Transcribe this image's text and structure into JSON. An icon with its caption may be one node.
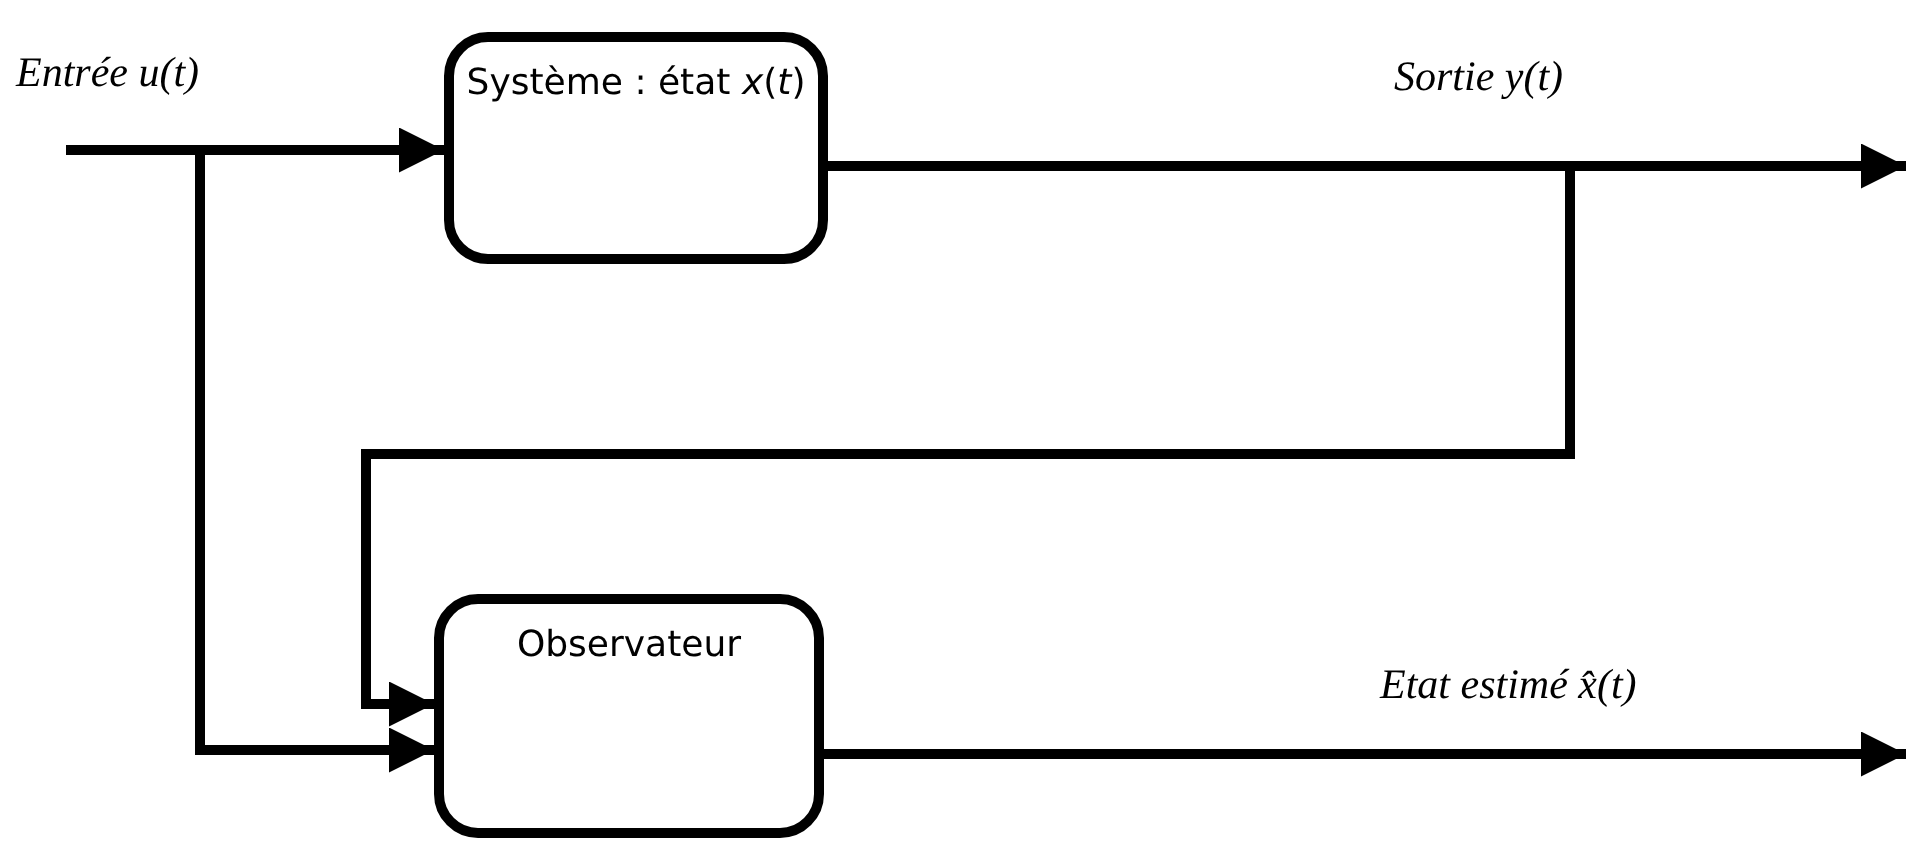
{
  "diagram": {
    "nodes": [
      {
        "text": [
          "Système : état *x*(*t*)"
        ]
      },
      {
        "text": [
          "Observateur"
        ]
      }
    ],
    "edges": [
      {
        "from": null,
        "to": 0,
        "arrow": "to",
        "label": "Entrée u(t)"
      },
      {
        "from": null,
        "to": 1,
        "arrow": "to"
      },
      {
        "from": 0,
        "to": null,
        "arrow": "to",
        "label": "Sortie y(t)"
      },
      {
        "from": 0,
        "to": 1,
        "arrow": "to"
      },
      {
        "from": 1,
        "to": null,
        "arrow": "to",
        "label": "Etat estimé x̂(t)"
      }
    ]
  }
}
